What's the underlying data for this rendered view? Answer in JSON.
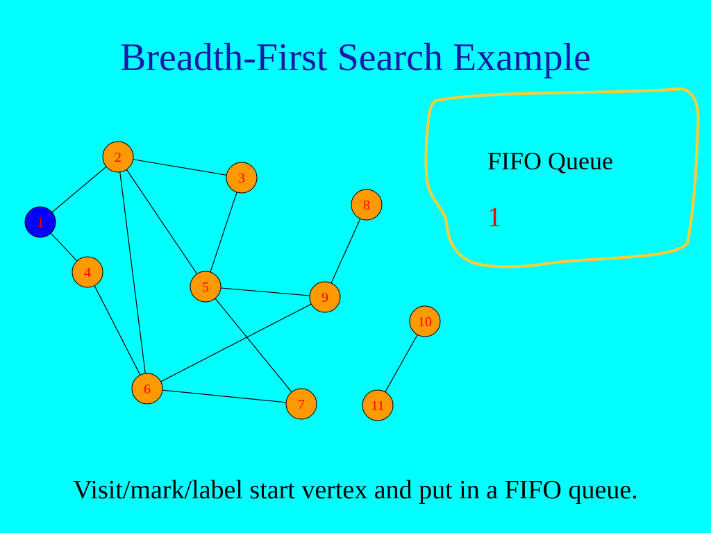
{
  "title": "Breadth-First Search Example",
  "caption": "Visit/mark/label start vertex and put in a FIFO queue.",
  "queue": {
    "label": "FIFO Queue",
    "contents": "1",
    "border_color": "#ffcc33",
    "contents_color": "#ff0000"
  },
  "colors": {
    "background": "#00ffff",
    "title": "#1a1aa6",
    "unvisited_fill": "#ff9900",
    "visited_fill": "#0000ff",
    "vertex_label": "#ff0000",
    "edge": "#000000"
  },
  "graph": {
    "vertices": [
      {
        "id": "1",
        "visited": true
      },
      {
        "id": "2",
        "visited": false
      },
      {
        "id": "3",
        "visited": false
      },
      {
        "id": "4",
        "visited": false
      },
      {
        "id": "5",
        "visited": false
      },
      {
        "id": "6",
        "visited": false
      },
      {
        "id": "7",
        "visited": false
      },
      {
        "id": "8",
        "visited": false
      },
      {
        "id": "9",
        "visited": false
      },
      {
        "id": "10",
        "visited": false
      },
      {
        "id": "11",
        "visited": false
      }
    ],
    "edges": [
      [
        "1",
        "2"
      ],
      [
        "1",
        "4"
      ],
      [
        "2",
        "3"
      ],
      [
        "2",
        "5"
      ],
      [
        "2",
        "6"
      ],
      [
        "3",
        "5"
      ],
      [
        "4",
        "6"
      ],
      [
        "5",
        "9"
      ],
      [
        "5",
        "7"
      ],
      [
        "6",
        "9"
      ],
      [
        "6",
        "7"
      ],
      [
        "8",
        "9"
      ],
      [
        "10",
        "11"
      ]
    ]
  }
}
